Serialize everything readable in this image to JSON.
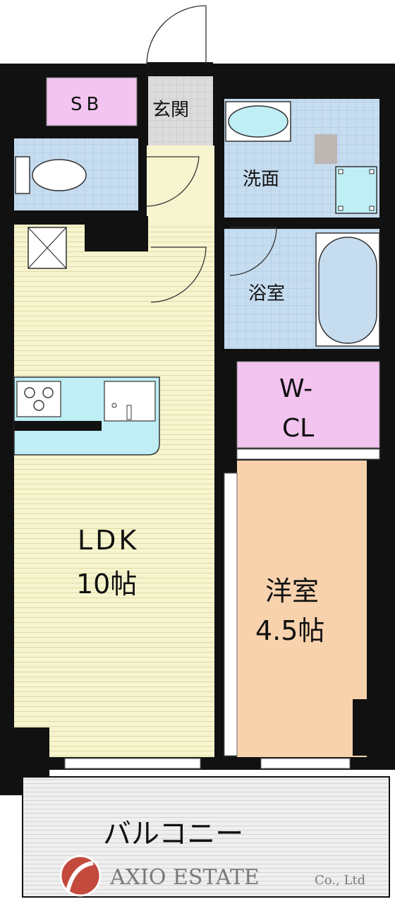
{
  "rooms": {
    "sb": "SB",
    "genkan": "玄関",
    "senmen": "洗面",
    "yokushitsu": "浴室",
    "wcl_line1": "W-",
    "wcl_line2": "CL",
    "ldk_name": "LDK",
    "ldk_size": "10帖",
    "yoshitsu_name": "洋室",
    "yoshitsu_size": "4.5帖",
    "balcony": "バルコニー"
  },
  "watermark": {
    "company": "AXIO ESTATE",
    "suffix": "Co., Ltd"
  },
  "colors": {
    "wall": "#111111",
    "ldk_floor": "#f7f5cf",
    "tile_blue": "#c6dcef",
    "closet_pink": "#f2c4ef",
    "bedroom": "#f7d2ad",
    "balcony": "#eeeeee",
    "genkan_gray": "#dcdcdc",
    "kitchen_counter": "#bfeef5",
    "logo_red": "#c0392b"
  }
}
